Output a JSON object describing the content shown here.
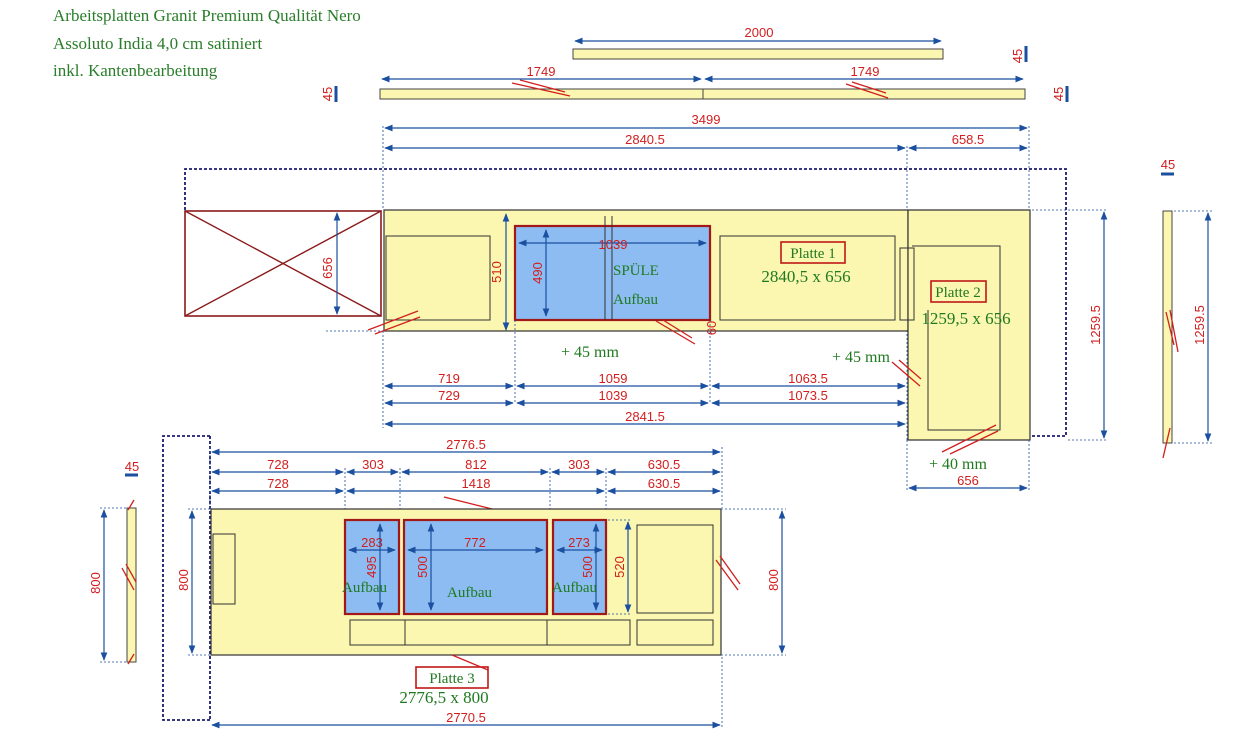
{
  "title": {
    "line1": "Arbeitsplatten Granit Premium Qualität Nero",
    "line2": "Assoluto India 4,0 cm satiniert",
    "line3": "inkl. Kantenbearbeitung"
  },
  "colors": {
    "slab": "#fbf6b0",
    "cutout": "#8cbcf2",
    "dimension": "#1b4fa0",
    "text_red": "#d21e1e",
    "text_green": "#1f7a1f",
    "frame_dark": "#1c1c6e",
    "cutout_border": "#a01818"
  },
  "strips": {
    "strip_2000": "2000",
    "strip_1749a": "1749",
    "strip_1749b": "1749",
    "thick_45a": "45",
    "thick_45b": "45",
    "thick_45c": "45"
  },
  "platte1": {
    "label": "Platte 1",
    "size": "2840,5 x 656",
    "total": "3499",
    "d_2840_5": "2840.5",
    "d_658_5": "658.5",
    "depth": "656",
    "sink_width": "1039",
    "sink_depth": "490",
    "sink_opening": "510",
    "sink_label": "SPÜLE",
    "sink_sub": "Aufbau",
    "offset_60": "60",
    "plus_45a": "+ 45 mm",
    "plus_45b": "+ 45 mm",
    "b_719": "719",
    "b_1059": "1059",
    "b_1063_5": "1063.5",
    "b_729": "729",
    "b_1039": "1039",
    "b_1073_5": "1073.5",
    "b_2841_5": "2841.5"
  },
  "platte2": {
    "label": "Platte 2",
    "size": "1259,5 x 656",
    "depth": "1259.5",
    "plus_40": "+ 40 mm",
    "width": "656",
    "side_depth": "1259.5",
    "side_thick": "45"
  },
  "platte3": {
    "label": "Platte 3",
    "size": "2776,5 x 800",
    "t_2776_5": "2776.5",
    "t_728a": "728",
    "t_303a": "303",
    "t_812": "812",
    "t_303b": "303",
    "t_630_5a": "630.5",
    "t_728b": "728",
    "t_1418": "1418",
    "t_630_5b": "630.5",
    "c1_width": "283",
    "c1_depth": "495",
    "c2_width": "772",
    "c2_depth": "500",
    "c3_width": "273",
    "c3_depth": "500",
    "opening_520": "520",
    "aufbau1": "Aufbau",
    "aufbau2": "Aufbau",
    "aufbau3": "Aufbau",
    "depth_left": "800",
    "depth_right": "800",
    "bottom": "2770.5",
    "side_depth": "800",
    "side_thick": "45"
  }
}
